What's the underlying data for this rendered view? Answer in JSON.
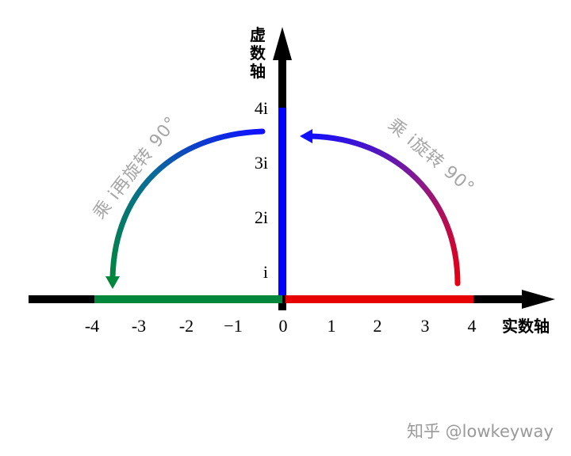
{
  "real_axis_label": "实数轴",
  "imag_axis_label_chars": [
    "虚",
    "数",
    "轴"
  ],
  "real_ticks": [
    "-4",
    "-3",
    "-2",
    "−1",
    "0",
    "1",
    "2",
    "3",
    "4"
  ],
  "imag_ticks": [
    "i",
    "2i",
    "3i",
    "4i"
  ],
  "right_arrow_annotation": "乘 i旋转 90°",
  "left_arrow_annotation": "乘 i再旋转 90°",
  "watermark": "知乎 @lowkeyway",
  "colors": {
    "axis": "#000000",
    "positive_real_segment": "#e60000",
    "imaginary_segment": "#0000ff",
    "negative_real_segment": "#00873c",
    "annotation_text": "#a6a6a6"
  }
}
